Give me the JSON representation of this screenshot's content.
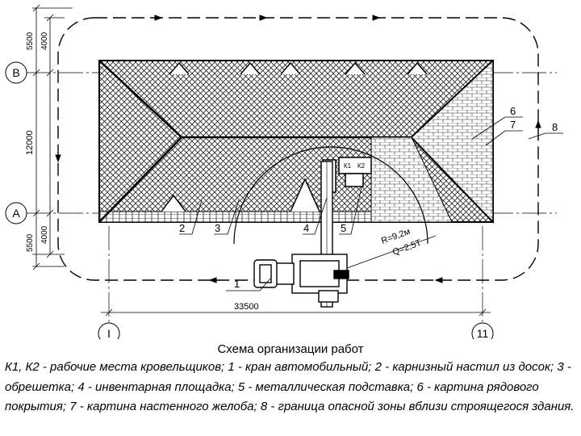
{
  "axes": {
    "rows": [
      "В",
      "А"
    ],
    "columns": [
      "I",
      "11"
    ]
  },
  "dimensions": {
    "left_top_outer": "5500",
    "left_top_inner": "4000",
    "left_middle": "12000",
    "left_bottom_outer": "5500",
    "left_bottom_inner": "4000",
    "bottom_total": "33500"
  },
  "crane": {
    "radius": "R=9,2м",
    "capacity": "Q=2,5Т",
    "places": [
      "К1",
      "К2"
    ]
  },
  "callouts": [
    "1",
    "2",
    "3",
    "4",
    "5",
    "6",
    "7",
    "8"
  ],
  "caption": {
    "title": "Схема организации работ",
    "legend": "К1, К2 - рабочие места кровельщиков; 1 - кран автомобильный; 2 - карнизный настил из досок; 3 - обрешетка; 4 - инвентарная площадка; 5 - металлическая подставка; 6 - картина рядового покрытия; 7 - картина настенного желоба; 8 - граница опасной зоны вблизи строящегося здания."
  }
}
